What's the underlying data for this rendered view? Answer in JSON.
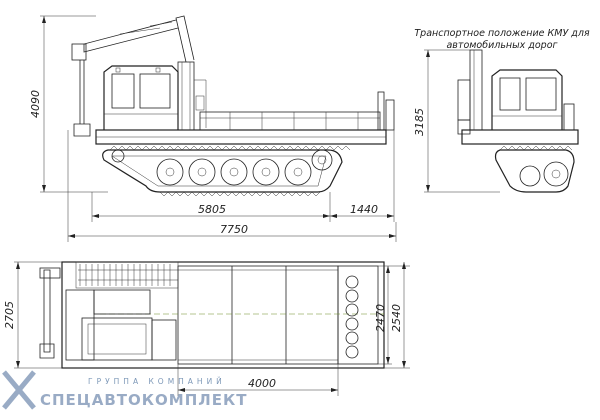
{
  "transport_note": {
    "line1": "Транспортное положение КМУ для",
    "line2": "автомобильных дорог"
  },
  "dimensions": {
    "side_height": "4090",
    "side_length_track": "5805",
    "side_overhang": "1440",
    "side_total_length": "7750",
    "transport_height": "3185",
    "plan_width_left": "2705",
    "plan_width_track": "2470",
    "plan_width_total": "2540",
    "plan_length": "4000"
  },
  "watermark": {
    "subtitle": "ГРУППА КОМПАНИЙ",
    "brand": "СПЕЦАВТОКОМПЛЕКТ"
  },
  "colors": {
    "line": "#222222",
    "watermark_blue": "#1f4e8c",
    "watermark_grey": "#8fa3bf",
    "centerline_green": "#6b8e23"
  }
}
